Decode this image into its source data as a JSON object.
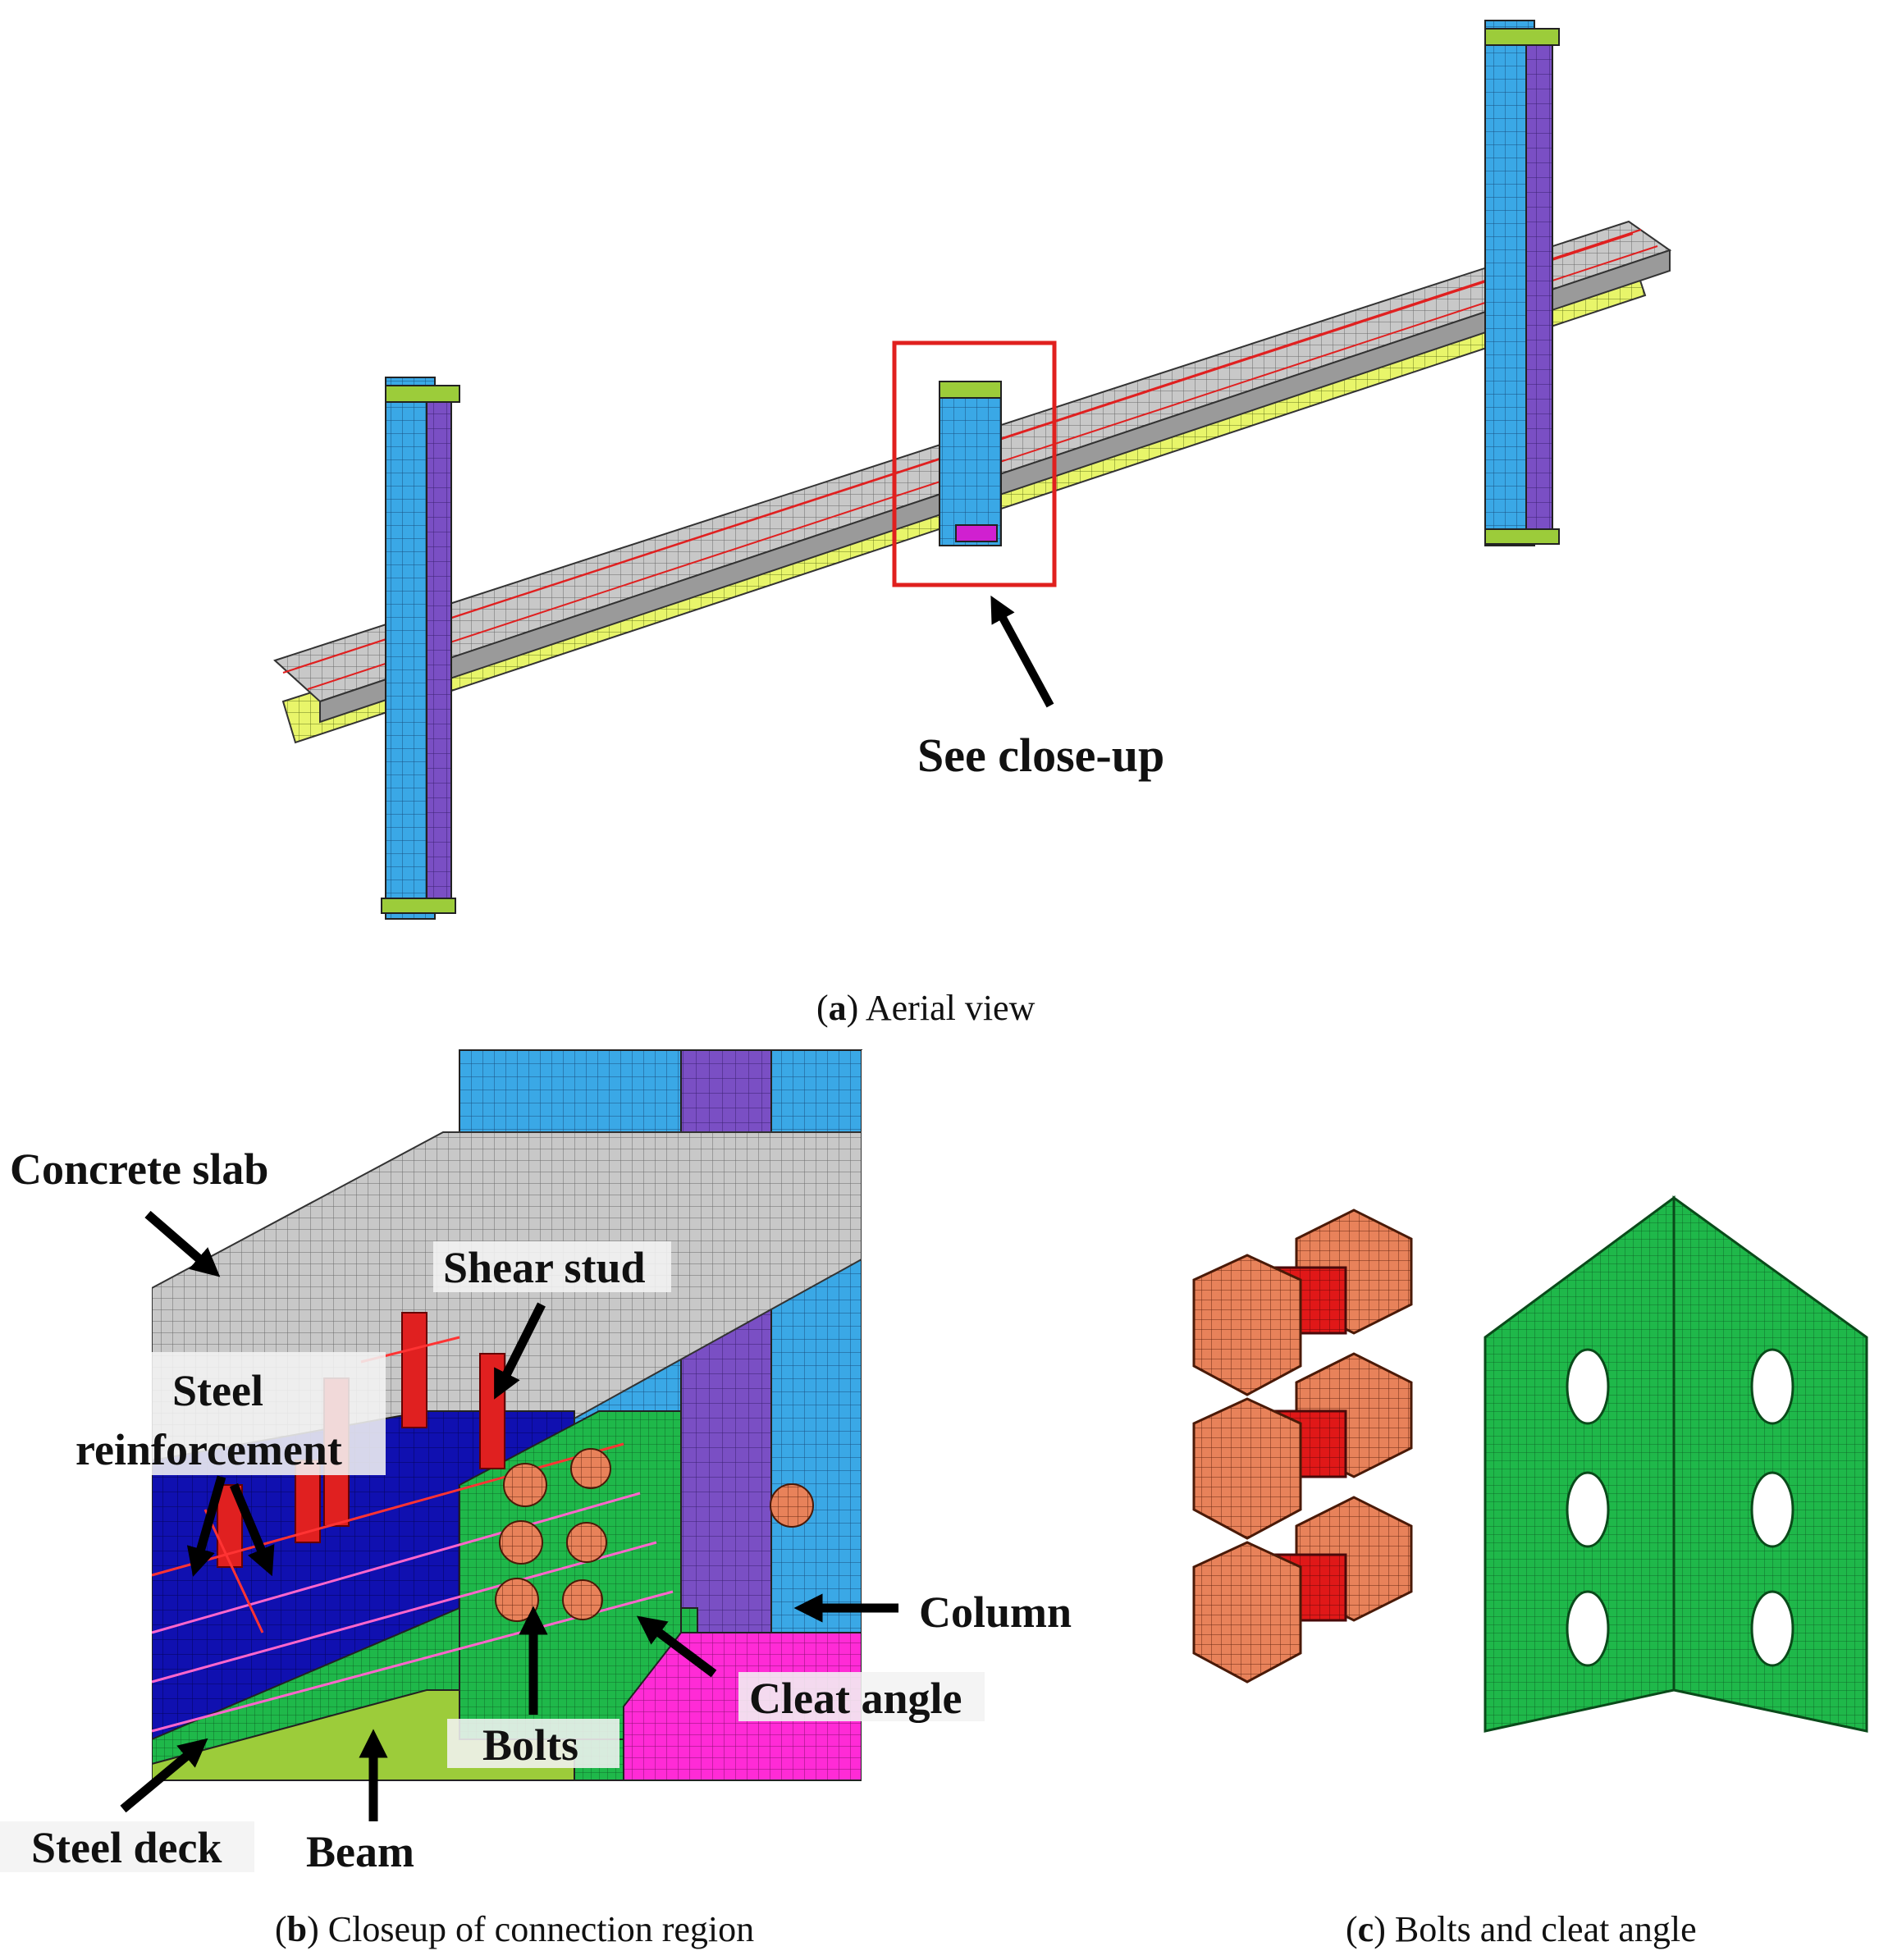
{
  "panel_a": {
    "callout": "See close-up",
    "caption_letter": "a",
    "caption_text": ") Aerial view"
  },
  "panel_b": {
    "labels": {
      "concrete_slab": "Concrete slab",
      "shear_stud": "Shear stud",
      "steel": "Steel",
      "reinforcement": "reinforcement",
      "column": "Column",
      "cleat_angle": "Cleat angle",
      "bolts": "Bolts",
      "steel_deck": "Steel deck",
      "beam": "Beam"
    },
    "caption_letter": "b",
    "caption_text": ") Closeup of connection region"
  },
  "panel_c": {
    "caption_letter": "c",
    "caption_text": ") Bolts and cleat angle"
  },
  "colors": {
    "column_blue": "#3aa8e6",
    "column_purple": "#7a4fc4",
    "slab_gray": "#c9c9c9",
    "reinforcement_red": "#e02020",
    "beam_yellow": "#e8f56a",
    "deck_blue": "#1010b0",
    "cleat_green": "#1fb84a",
    "bolt_orange": "#e8825a",
    "bolt_red": "#e01818",
    "magenta": "#ff2bd6",
    "highlight_box": "#e0201e"
  }
}
